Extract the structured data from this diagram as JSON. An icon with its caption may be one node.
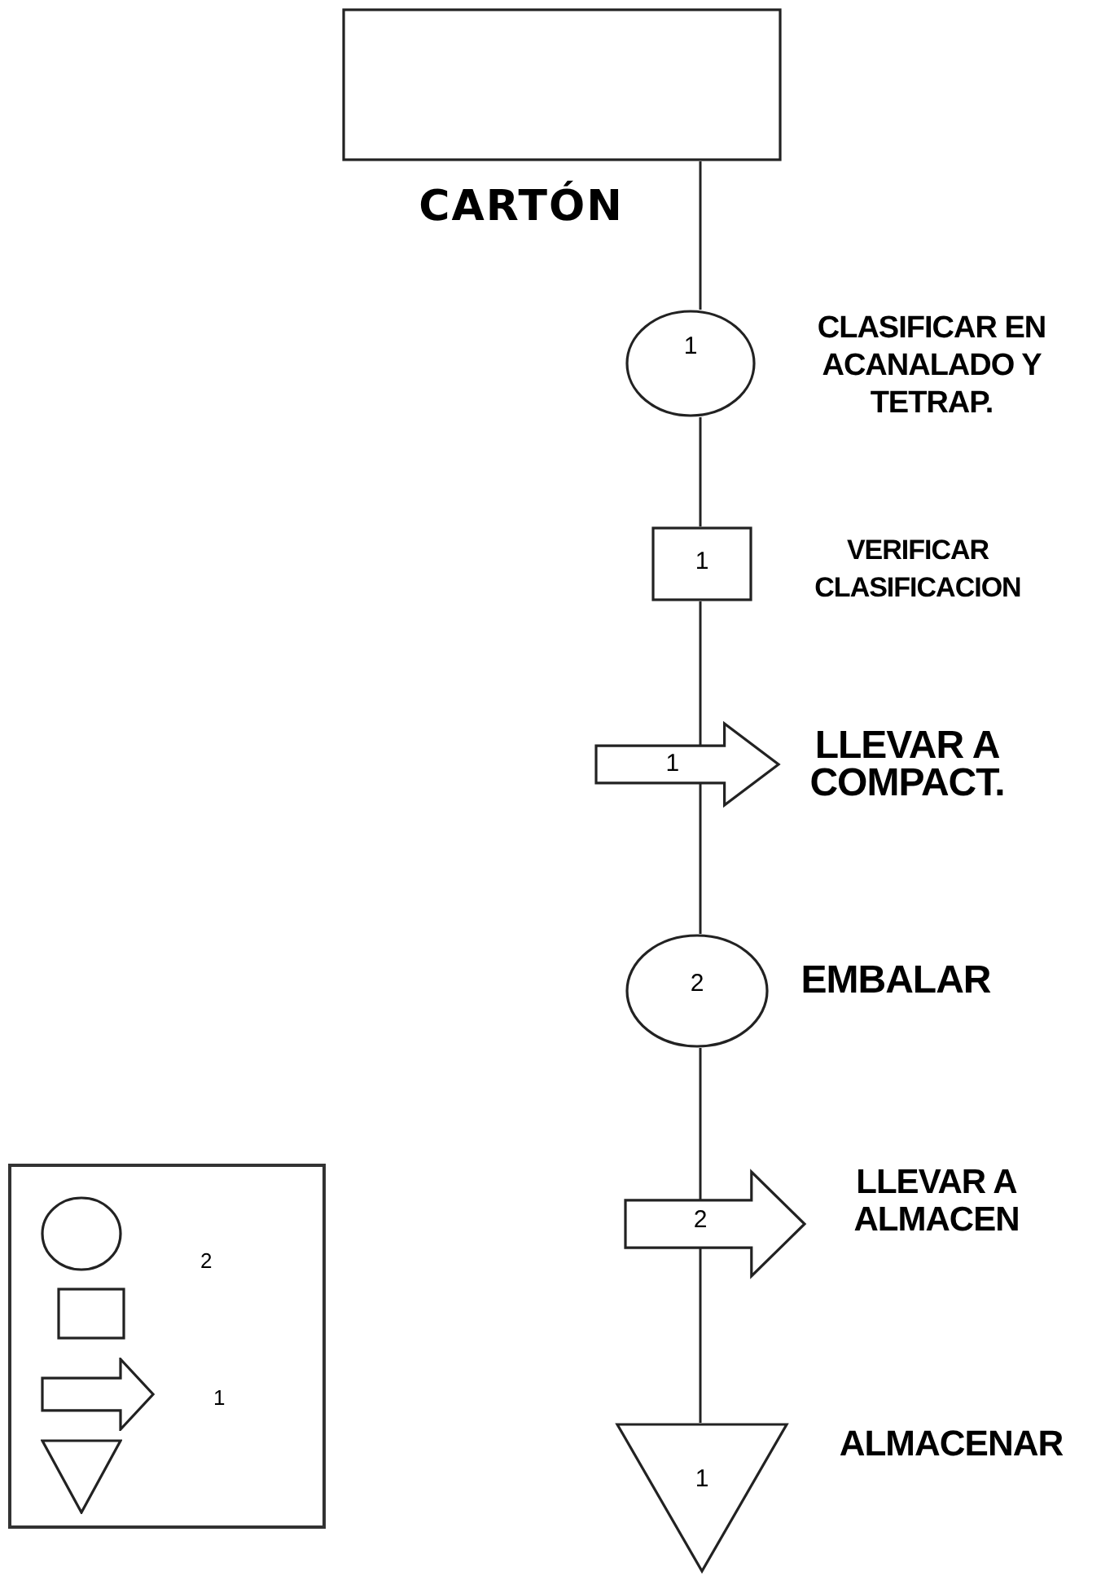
{
  "diagram": {
    "nodes": [
      {
        "text": [],
        "shape": "box",
        "beside": [
          "CARTÓN"
        ]
      },
      {
        "text": [
          "1"
        ],
        "beside": [
          "CLASIFICAR EN ACANALADO Y TETRAP."
        ]
      },
      {
        "text": [
          "1"
        ],
        "beside": [
          "VERIFICAR CLASIFICACION"
        ]
      },
      {
        "text": [
          "1"
        ],
        "beside": [
          "LLEVAR A COMPACT."
        ]
      },
      {
        "text": [
          "2"
        ],
        "beside": [
          "EMBALAR"
        ]
      },
      {
        "text": [
          "2"
        ],
        "beside": [
          "LLEVAR A ALMACEN"
        ]
      },
      {
        "text": [
          "1"
        ],
        "beside": [
          "ALMACENAR"
        ]
      }
    ],
    "edges": [
      {
        "from": 0,
        "to": 1,
        "arrow": "none"
      },
      {
        "from": 1,
        "to": 2,
        "arrow": "none"
      },
      {
        "from": 2,
        "to": 3,
        "arrow": "none"
      },
      {
        "from": 3,
        "to": 4,
        "arrow": "none"
      },
      {
        "from": 4,
        "to": 5,
        "arrow": "none"
      },
      {
        "from": 5,
        "to": 6,
        "arrow": "none"
      }
    ],
    "legend": [
      {
        "text": "2"
      },
      {
        "text": "1"
      }
    ]
  }
}
